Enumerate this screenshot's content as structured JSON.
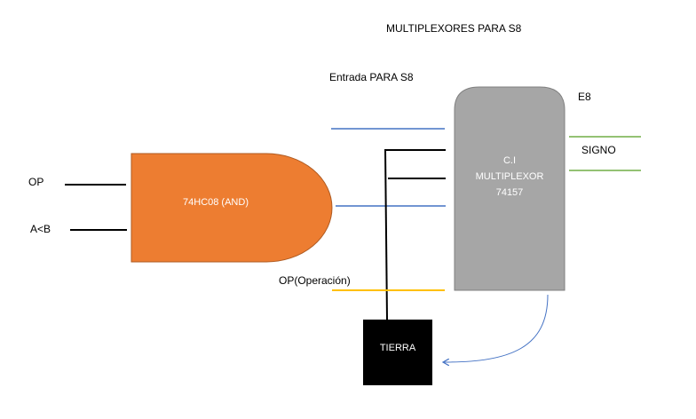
{
  "title": "MULTIPLEXORES PARA S8",
  "labels": {
    "entrada": "Entrada PARA S8",
    "e8": "E8",
    "signo": "SIGNO",
    "op": "OP",
    "a_lt_b": "A<B",
    "op_operacion": "OP(Operación)"
  },
  "and_gate": {
    "label": "74HC08 (AND)",
    "fill": "#ed7d31",
    "stroke": "#ae5a21"
  },
  "mux": {
    "line1": "C.I",
    "line2": "MULTIPLEXOR",
    "line3": "74157",
    "fill": "#a6a6a6",
    "stroke": "#7f7f7f"
  },
  "ground": {
    "label": "TIERRA",
    "fill": "#000000"
  },
  "colors": {
    "blue_wire": "#4472c4",
    "green_wire": "#70ad47",
    "yellow_wire": "#ffc000",
    "black_wire": "#000000"
  }
}
